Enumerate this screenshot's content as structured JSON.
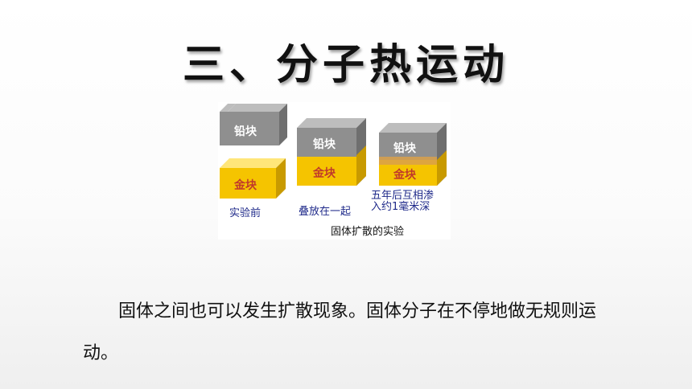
{
  "slide": {
    "title": "三、分子热运动",
    "body": "固体之间也可以发生扩散现象。固体分子在不停地做无规则运动。"
  },
  "figure": {
    "caption": "固体扩散的实验",
    "block_lead": "铅块",
    "block_gold": "金块",
    "stages": [
      {
        "label": "实验前"
      },
      {
        "label": "叠放在一起"
      },
      {
        "label_line1": "五年后互相渗",
        "label_line2": "入约1毫米深"
      }
    ],
    "colors": {
      "lead_front": "#8f8f8f",
      "lead_top": "#bdbdbd",
      "lead_side": "#6f6f6f",
      "gold_front": "#f5c400",
      "gold_top": "#ffe67a",
      "gold_side": "#c89a00",
      "label_blue": "#1f2a8a",
      "gold_text": "#c0392b"
    }
  }
}
